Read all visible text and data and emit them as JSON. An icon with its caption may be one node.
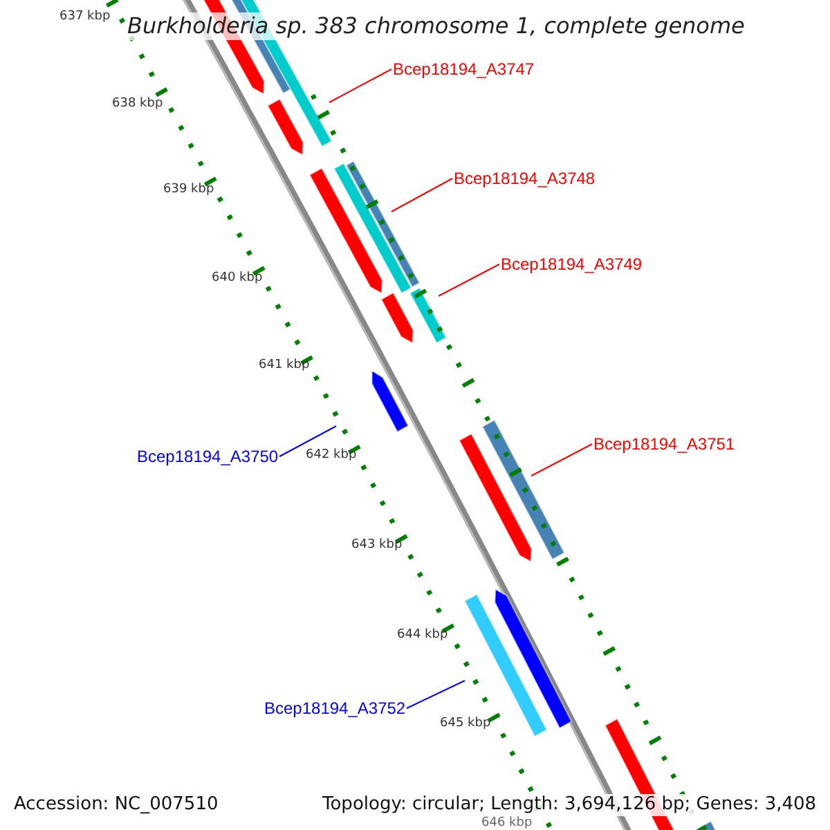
{
  "diagram": {
    "title": "Burkholderia sp. 383 chromosome 1, complete genome",
    "nodes": [
      {
        "text": [
          "Bcep18194_A3747"
        ]
      },
      {
        "text": [
          "Bcep18194_A3748"
        ]
      },
      {
        "text": [
          "Bcep18194_A3749"
        ]
      },
      {
        "text": [
          "Bcep18194_A3750"
        ]
      },
      {
        "text": [
          "Bcep18194_A3751"
        ]
      },
      {
        "text": [
          "Bcep18194_A3752"
        ]
      }
    ],
    "edges": [
      {
        "from": 0,
        "to": null,
        "arrow": "none"
      },
      {
        "from": 1,
        "to": null,
        "arrow": "none"
      },
      {
        "from": 2,
        "to": null,
        "arrow": "none"
      },
      {
        "from": 3,
        "to": null,
        "arrow": "none",
        "color": "#0000ff"
      },
      {
        "from": 4,
        "to": null,
        "arrow": "none"
      },
      {
        "from": 5,
        "to": null,
        "arrow": "none",
        "color": "#0000ff"
      }
    ],
    "labels": [
      "637 kbp",
      "638 kbp",
      "639 kbp",
      "640 kbp",
      "641 kbp",
      "642 kbp",
      "643 kbp",
      "644 kbp",
      "645 kbp",
      "646 kbp",
      "Accession: NC_007510",
      "Topology: circular; Length: 3,694,126 bp; Genes: 3,408"
    ]
  }
}
